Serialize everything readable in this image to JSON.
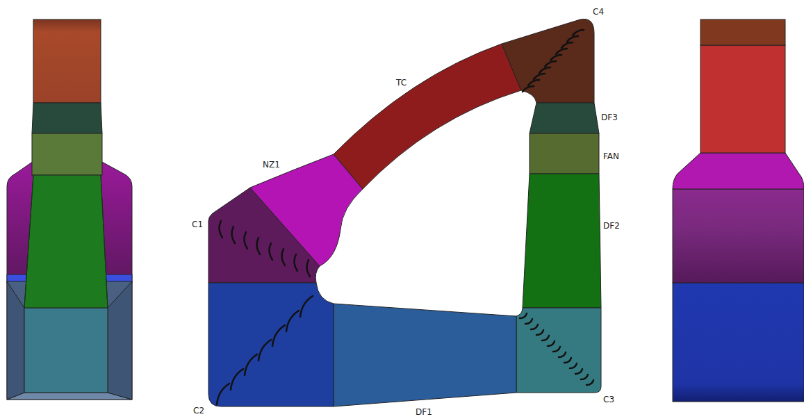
{
  "diagram": {
    "labels": [
      "C4",
      "TC",
      "DF3",
      "NZ1",
      "FAN",
      "C1",
      "DF2",
      "C2",
      "DF1",
      "C3"
    ]
  }
}
